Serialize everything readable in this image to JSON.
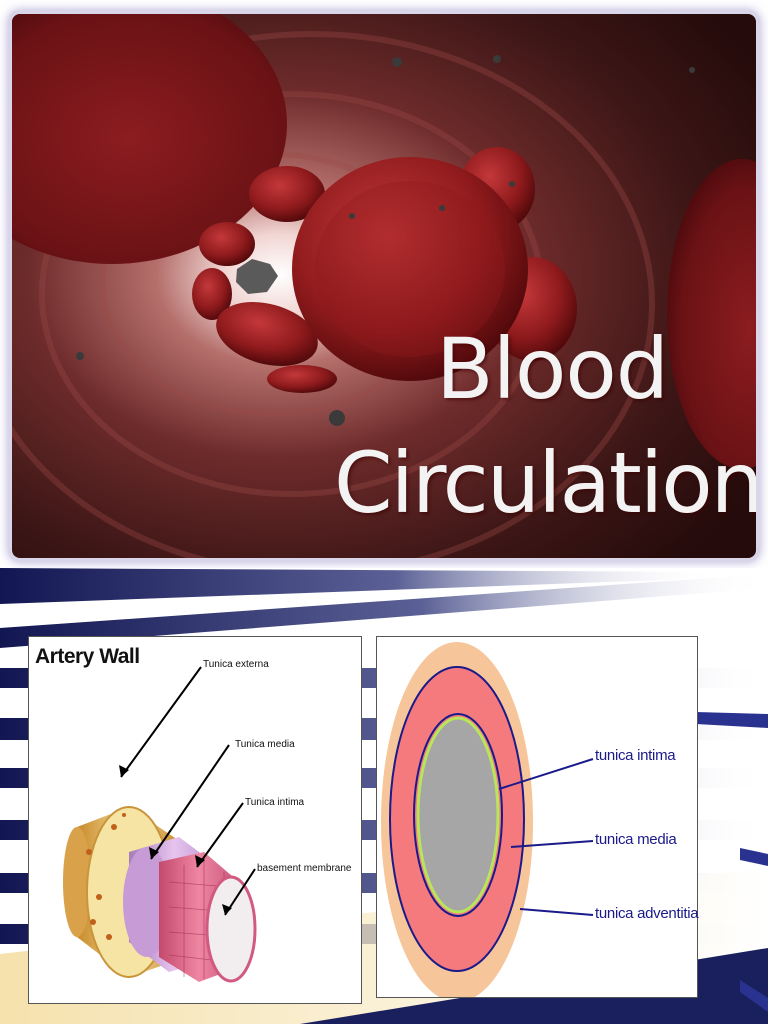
{
  "hero": {
    "title_line1": "Blood",
    "title_line2": "Circulation"
  },
  "artery_diagram": {
    "title": "Artery Wall",
    "labels": [
      "Tunica externa",
      "Tunica media",
      "Tunica intima",
      "basement membrane"
    ]
  },
  "cross_section": {
    "labels": [
      "tunica intima",
      "tunica media",
      "tunica adventitia"
    ]
  },
  "colors": {
    "blood_red": "#8e1a1c",
    "vessel_wall": "#5a2424",
    "stripe_navy": "#1a1f5e",
    "adventitia": "#f6c59a",
    "media": "#f57a7e",
    "intima_line": "#b8e65a",
    "lumen": "#a6a6a6",
    "label_blue": "#1a1a8a"
  }
}
